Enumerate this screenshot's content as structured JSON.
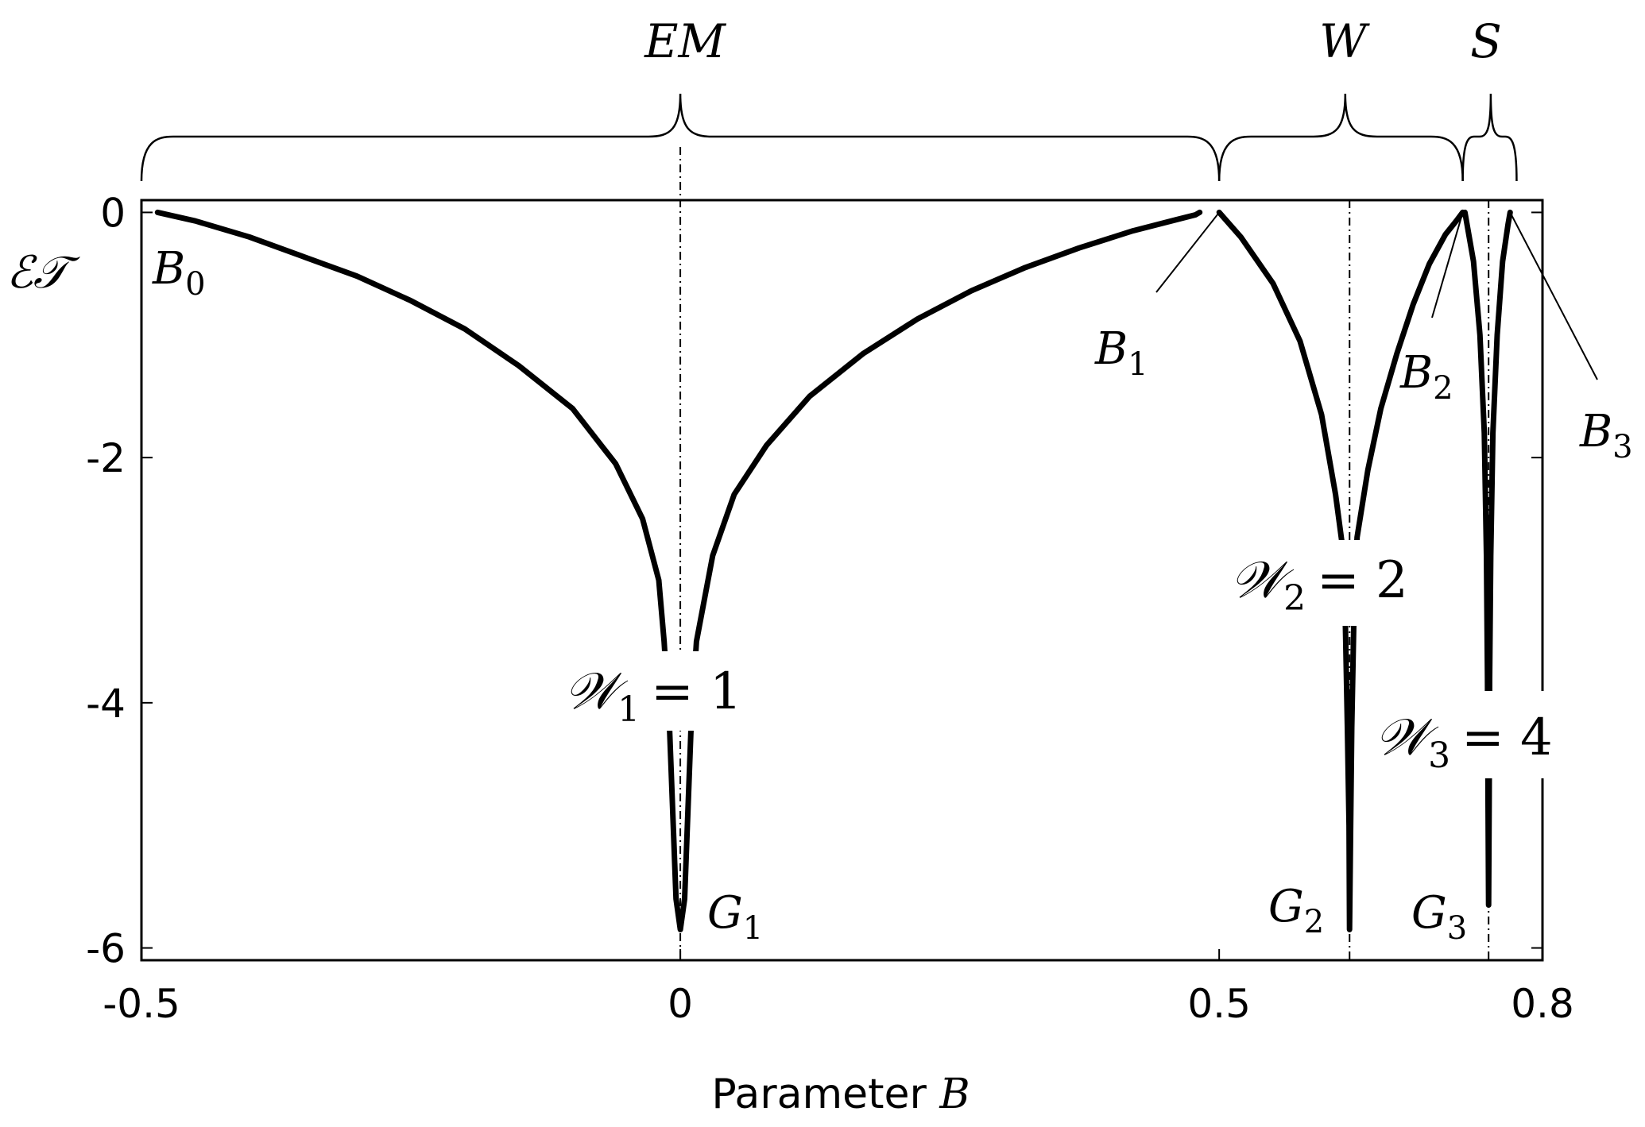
{
  "chart_data": {
    "type": "line",
    "xlabel": "Parameter",
    "xlabel_var": "B",
    "ylabel": "ℰ𝒯",
    "xlim": [
      -0.5,
      0.8
    ],
    "ylim": [
      -6.1,
      0.1
    ],
    "xticks": [
      -0.5,
      0,
      0.5,
      0.8
    ],
    "xtick_labels": [
      "-0.5",
      "0",
      "0.5",
      "0.8"
    ],
    "yticks": [
      0,
      -2,
      -4,
      -6
    ],
    "ytick_labels": [
      "0",
      "-2",
      "-4",
      "-6"
    ],
    "grid": false,
    "legend": "none",
    "series": [
      {
        "points": [
          [
            -0.485,
            0
          ],
          [
            -0.45,
            -0.07
          ],
          [
            -0.4,
            -0.2
          ],
          [
            -0.35,
            -0.36
          ],
          [
            -0.3,
            -0.52
          ],
          [
            -0.25,
            -0.72
          ],
          [
            -0.2,
            -0.95
          ],
          [
            -0.15,
            -1.25
          ],
          [
            -0.1,
            -1.6
          ],
          [
            -0.06,
            -2.05
          ],
          [
            -0.035,
            -2.5
          ],
          [
            -0.02,
            -3.0
          ],
          [
            -0.015,
            -3.5
          ],
          [
            -0.01,
            -4.2
          ],
          [
            -0.004,
            -5.6
          ],
          [
            0,
            -5.85
          ],
          [
            0.004,
            -5.6
          ],
          [
            0.01,
            -4.2
          ],
          [
            0.015,
            -3.5
          ],
          [
            0.03,
            -2.8
          ],
          [
            0.05,
            -2.3
          ],
          [
            0.08,
            -1.9
          ],
          [
            0.12,
            -1.5
          ],
          [
            0.17,
            -1.15
          ],
          [
            0.22,
            -0.87
          ],
          [
            0.27,
            -0.64
          ],
          [
            0.32,
            -0.45
          ],
          [
            0.37,
            -0.29
          ],
          [
            0.42,
            -0.15
          ],
          [
            0.46,
            -0.06
          ],
          [
            0.478,
            -0.02
          ],
          [
            0.482,
            0
          ]
        ]
      },
      {
        "points": [
          [
            0.5,
            0
          ],
          [
            0.52,
            -0.2
          ],
          [
            0.55,
            -0.58
          ],
          [
            0.575,
            -1.05
          ],
          [
            0.595,
            -1.65
          ],
          [
            0.608,
            -2.3
          ],
          [
            0.614,
            -2.7
          ],
          [
            0.617,
            -3.3
          ],
          [
            0.619,
            -4.2
          ],
          [
            0.6205,
            -5.0
          ],
          [
            0.621,
            -5.85
          ],
          [
            0.622,
            -5.0
          ],
          [
            0.623,
            -4.2
          ],
          [
            0.625,
            -3.3
          ],
          [
            0.628,
            -2.65
          ],
          [
            0.638,
            -2.1
          ],
          [
            0.65,
            -1.6
          ],
          [
            0.665,
            -1.15
          ],
          [
            0.68,
            -0.75
          ],
          [
            0.695,
            -0.42
          ],
          [
            0.71,
            -0.18
          ],
          [
            0.72,
            -0.07
          ],
          [
            0.726,
            0
          ]
        ]
      },
      {
        "points": [
          [
            0.728,
            0
          ],
          [
            0.736,
            -0.4
          ],
          [
            0.742,
            -1.0
          ],
          [
            0.746,
            -1.8
          ],
          [
            0.748,
            -2.8
          ],
          [
            0.749,
            -3.8
          ],
          [
            0.7495,
            -4.8
          ],
          [
            0.75,
            -5.65
          ],
          [
            0.7505,
            -4.8
          ],
          [
            0.751,
            -3.8
          ],
          [
            0.752,
            -2.8
          ],
          [
            0.754,
            -1.8
          ],
          [
            0.758,
            -1.0
          ],
          [
            0.763,
            -0.4
          ],
          [
            0.768,
            -0.1
          ],
          [
            0.77,
            0
          ]
        ]
      }
    ],
    "reference_lines_x": [
      0,
      0.621,
      0.75
    ],
    "brackets": [
      {
        "from": -0.5,
        "to": 0.5,
        "peak": 0,
        "label": "EM"
      },
      {
        "from": 0.5,
        "to": 0.726,
        "peak": 0.617,
        "label": "W"
      },
      {
        "from": 0.726,
        "to": 0.776,
        "peak": 0.752,
        "label": "S"
      }
    ],
    "annotations": {
      "B0": {
        "base": "B",
        "sub": "0"
      },
      "B1": {
        "base": "B",
        "sub": "1"
      },
      "B2": {
        "base": "B",
        "sub": "2"
      },
      "B3": {
        "base": "B",
        "sub": "3"
      },
      "G1": {
        "base": "G",
        "sub": "1"
      },
      "G2": {
        "base": "G",
        "sub": "2"
      },
      "G3": {
        "base": "G",
        "sub": "3"
      },
      "W1": {
        "base": "𝒲",
        "sub": "1",
        "eq": "= 1"
      },
      "W2": {
        "base": "𝒲",
        "sub": "2",
        "eq": "= 2"
      },
      "W3": {
        "base": "𝒲",
        "sub": "3",
        "eq": "= 4"
      }
    }
  }
}
